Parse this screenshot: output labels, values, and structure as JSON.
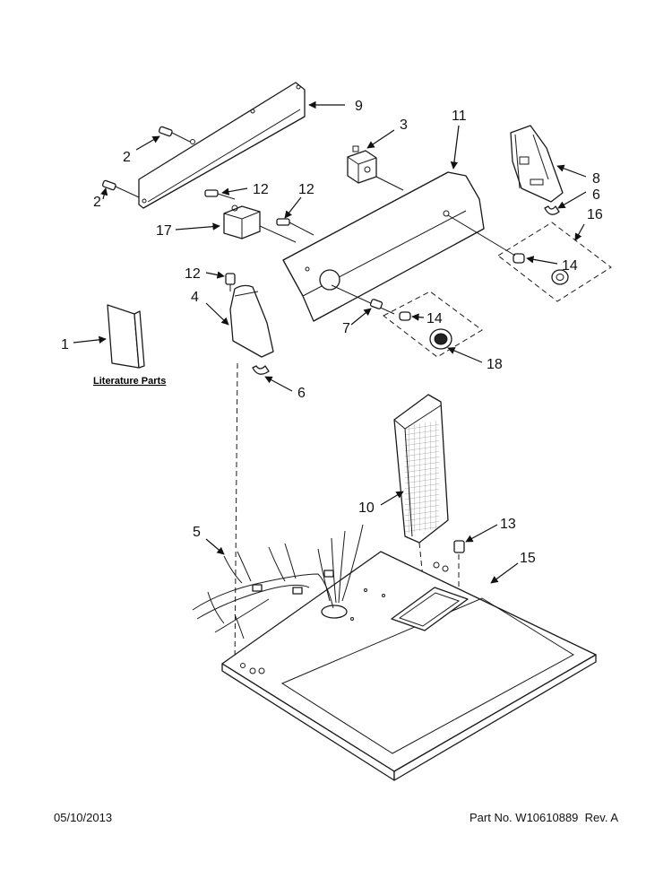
{
  "callouts": {
    "c1": "1",
    "c2a": "2",
    "c2b": "2",
    "c3": "3",
    "c4": "4",
    "c5": "5",
    "c6a": "6",
    "c6b": "6",
    "c7": "7",
    "c8": "8",
    "c9": "9",
    "c10": "10",
    "c11": "11",
    "c12a": "12",
    "c12b": "12",
    "c12c": "12",
    "c13": "13",
    "c14a": "14",
    "c14b": "14",
    "c15": "15",
    "c16": "16",
    "c17": "17",
    "c18": "18"
  },
  "literature_label": "Literature Parts",
  "footer": {
    "date": "05/10/2013",
    "part_prefix": "Part No.",
    "part_number": "W10610889",
    "rev_prefix": "Rev.",
    "rev": "A"
  }
}
